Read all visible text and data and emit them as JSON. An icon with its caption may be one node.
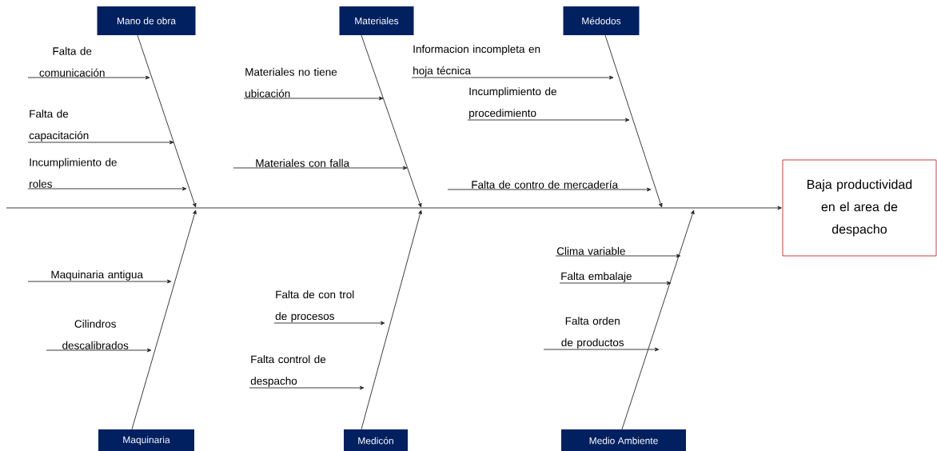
{
  "diagram": {
    "nodes": [
      {
        "text": [
          "Mano de obra"
        ]
      },
      {
        "text": [
          "Materiales"
        ]
      },
      {
        "text": [
          "Médodos"
        ]
      },
      {
        "text": [
          "Baja productividad en el area de despacho"
        ]
      },
      {
        "text": [
          "Falta de comunicación"
        ]
      },
      {
        "text": [
          "Materiales no tiene ubicación"
        ]
      },
      {
        "text": [
          "Informacion incompleta en hoja técnica"
        ]
      },
      {
        "text": [
          "Incumplimiento de procedimiento"
        ]
      },
      {
        "text": [
          "Falta de capacitación"
        ]
      },
      {
        "text": [
          "Materiales con falla"
        ]
      },
      {
        "text": [
          "Incumplimiento de roles"
        ]
      },
      {
        "text": [
          "Falta de contro de mercadería"
        ]
      },
      {
        "text": [
          "Clima variable"
        ]
      },
      {
        "text": [
          "Maquinaria antigua"
        ]
      },
      {
        "text": [
          "Falta embalaje"
        ]
      },
      {
        "text": [
          "Falta de con trol de procesos"
        ]
      },
      {
        "text": [
          "Falta orden de productos"
        ]
      },
      {
        "text": [
          "Cilindros descalibrados"
        ]
      },
      {
        "text": [
          "Falta control de despacho"
        ]
      },
      {
        "text": [
          "Maquinaria"
        ]
      },
      {
        "text": [
          "Medicón"
        ]
      },
      {
        "text": [
          "Medio Ambiente"
        ]
      }
    ],
    "edges": [
      {
        "from": null,
        "to": 3,
        "arrow": "to"
      },
      {
        "from": 0,
        "to": null,
        "arrow": "to"
      },
      {
        "from": 1,
        "to": null,
        "arrow": "to"
      },
      {
        "from": 2,
        "to": null,
        "arrow": "to"
      },
      {
        "from": 19,
        "to": null,
        "arrow": "to"
      },
      {
        "from": 20,
        "to": null,
        "arrow": "to"
      },
      {
        "from": 21,
        "to": null,
        "arrow": "to"
      },
      {
        "from": 4,
        "to": null,
        "arrow": "to"
      },
      {
        "from": 5,
        "to": null,
        "arrow": "to"
      },
      {
        "from": 6,
        "to": null,
        "arrow": "to"
      },
      {
        "from": 7,
        "to": null,
        "arrow": "to"
      },
      {
        "from": 8,
        "to": null,
        "arrow": "to"
      },
      {
        "from": 9,
        "to": null,
        "arrow": "to"
      },
      {
        "from": 10,
        "to": null,
        "arrow": "to"
      },
      {
        "from": 11,
        "to": null,
        "arrow": "to"
      },
      {
        "from": 12,
        "to": null,
        "arrow": "to"
      },
      {
        "from": 13,
        "to": null,
        "arrow": "to"
      },
      {
        "from": 14,
        "to": null,
        "arrow": "to"
      },
      {
        "from": 15,
        "to": null,
        "arrow": "to"
      },
      {
        "from": 16,
        "to": null,
        "arrow": "to"
      },
      {
        "from": 17,
        "to": null,
        "arrow": "to"
      },
      {
        "from": 18,
        "to": null,
        "arrow": "to"
      }
    ]
  }
}
